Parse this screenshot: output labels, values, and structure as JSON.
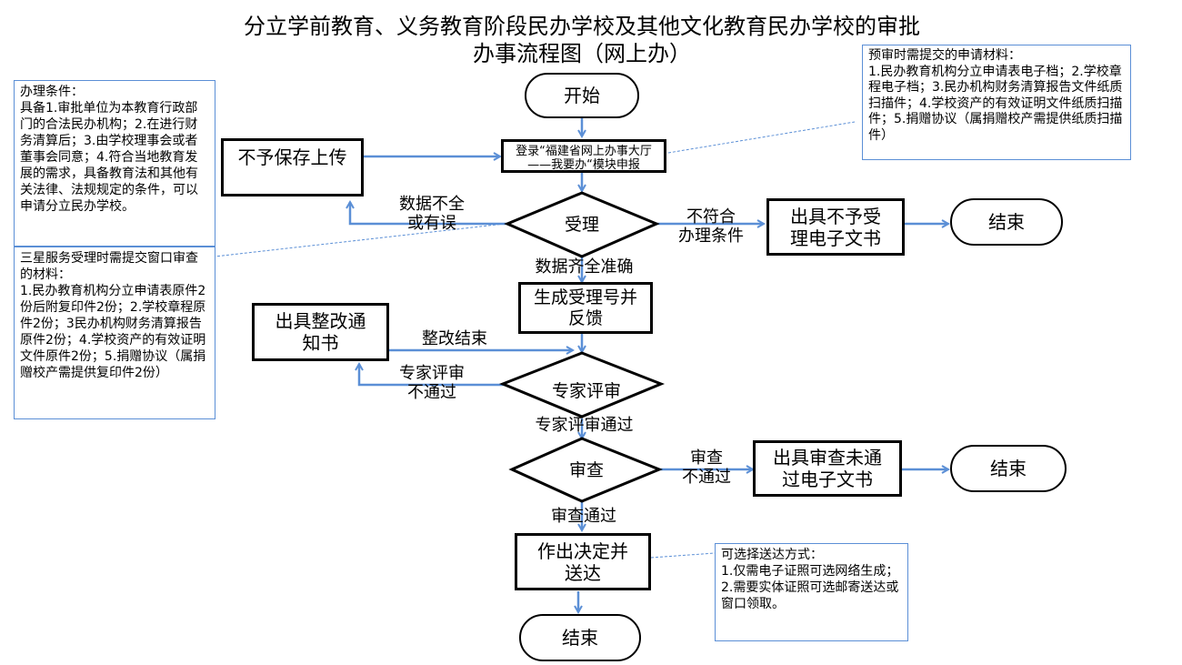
{
  "title": {
    "line1": "分立学前教育、义务教育阶段民办学校及其他文化教育民办学校的审批",
    "line2": "办事流程图（网上办）"
  },
  "colors": {
    "arrow": "#5b8fd6",
    "node_border": "#000000",
    "note_border": "#5b8fd6"
  },
  "nodes": {
    "start": "开始",
    "login": "登录“福建省网上办事大厅——我要办“模块申报",
    "no_save": "不予保存上传",
    "accept": "受理",
    "reject_doc": "出具不予受理电子文书",
    "end1": "结束",
    "gen_number": "生成受理号并反馈",
    "rectify": "出具整改通知书",
    "expert": "专家评审",
    "review": "审查",
    "review_fail_doc": "出具审查未通过电子文书",
    "end2": "结束",
    "decide": "作出决定并送达",
    "end3": "结束"
  },
  "edge_labels": {
    "incomplete_l1": "数据不全",
    "incomplete_l2": "或有误",
    "not_qualified_l1": "不符合",
    "not_qualified_l2": "办理条件",
    "complete": "数据齐全准确",
    "rectify_done": "整改结束",
    "expert_fail_l1": "专家评审",
    "expert_fail_l2": "不通过",
    "expert_pass": "专家评审通过",
    "review_fail_l1": "审查",
    "review_fail_l2": "不通过",
    "review_pass": "审查通过"
  },
  "notes": {
    "conditions": "办理条件：\n具备1.审批单位为本教育行政部门的合法民办机构；2.在进行财务清算后；3.由学校理事会或者董事会同意；4.符合当地教育发展的需求，具备教育法和其他有关法律、法规规定的条件，可以申请分立民办学校。",
    "window_materials": "三星服务受理时需提交窗口审查的材料：\n1.民办教育机构分立申请表原件2份后附复印件2份；2.学校章程原件2份；3民办机构财务清算报告原件2份；4.学校资产的有效证明文件原件2份；5.捐赠协议（属捐赠校产需提供复印件2份）",
    "pre_review_materials": "预审时需提交的申请材料：\n1.民办教育机构分立申请表电子档；2.学校章程电子档；3.民办机构财务清算报告文件纸质扫描件；4.学校资产的有效证明文件纸质扫描件；5.捐赠协议（属捐赠校产需提供纸质扫描件）",
    "delivery": "可选择送达方式：\n1.仅需电子证照可选网络生成；\n2.需要实体证照可选邮寄送达或窗口领取。"
  }
}
